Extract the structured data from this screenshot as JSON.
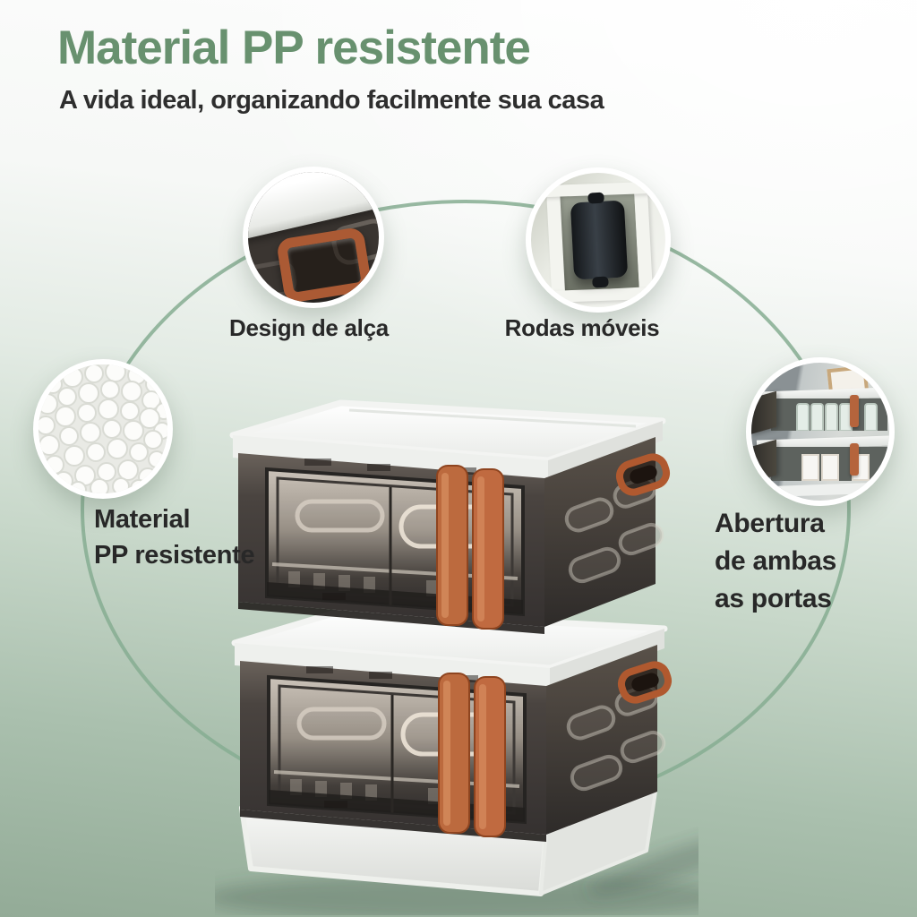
{
  "header": {
    "title": "Material PP resistente",
    "subtitle": "A vida ideal, organizando facilmente sua casa"
  },
  "callouts": {
    "handle": {
      "label": "Design de alça",
      "image": "handle-closeup-photo"
    },
    "wheels": {
      "label": "Rodas móveis",
      "image": "roller-wheel-closeup-photo"
    },
    "material": {
      "line1": "Material",
      "line2": "PP resistente",
      "image": "pp-pellets-photo"
    },
    "doors": {
      "line1": "Abertura",
      "line2": "de ambas",
      "line3": "as portas",
      "image": "open-doors-usage-photo"
    }
  },
  "product": {
    "image": "two-stacked-folding-storage-boxes"
  },
  "colors": {
    "title_green": "#68916f",
    "arc_green": "#86ad92",
    "label_dark": "#282828",
    "handle_orange": "#b4613a",
    "bg_top": "#fdfdfd",
    "bg_bottom_green": "#93ab97"
  }
}
